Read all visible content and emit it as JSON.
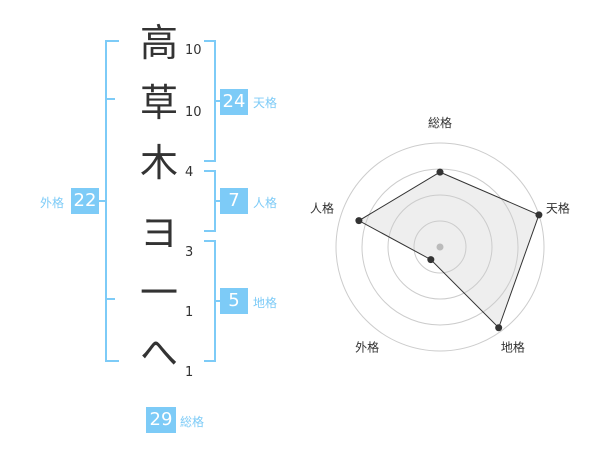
{
  "name": {
    "chars": [
      {
        "char": "高",
        "strokes": "10"
      },
      {
        "char": "草",
        "strokes": "10"
      },
      {
        "char": "木",
        "strokes": "4"
      },
      {
        "char": "ヨ",
        "strokes": "3"
      },
      {
        "char": "一",
        "strokes": "1"
      },
      {
        "char": "へ",
        "strokes": "1"
      }
    ]
  },
  "fortunes": {
    "tenkaku": {
      "value": "24",
      "label": "天格"
    },
    "jinkaku": {
      "value": "7",
      "label": "人格"
    },
    "chikaku": {
      "value": "5",
      "label": "地格"
    },
    "gaikaku": {
      "value": "22",
      "label": "外格"
    },
    "soukaku": {
      "value": "29",
      "label": "総格"
    }
  },
  "chart_data": {
    "type": "radar",
    "axes": [
      "総格",
      "天格",
      "地格",
      "外格",
      "人格"
    ],
    "values": [
      0.72,
      1.0,
      0.96,
      0.15,
      0.82
    ],
    "rings": 4,
    "colors": {
      "grid": "#cccccc",
      "fill": "#eeeeee",
      "line": "#333333",
      "point": "#333333",
      "center": "#bbbbbb"
    }
  }
}
